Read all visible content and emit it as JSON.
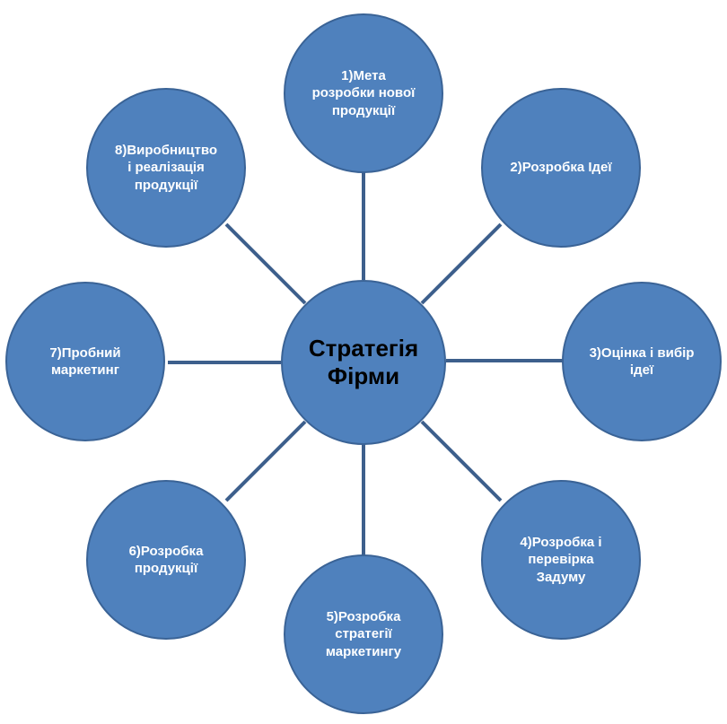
{
  "center": {
    "label": "Стратегія\nФірми"
  },
  "steps": [
    {
      "label": "1)Мета\nрозробки нової\nпродукції"
    },
    {
      "label": "2)Розробка Ідеї"
    },
    {
      "label": "3)Оцінка і вибір\nідеї"
    },
    {
      "label": "4)Розробка і\nперевірка\nЗадуму"
    },
    {
      "label": "5)Розробка\nстратегії\nмаркетингу"
    },
    {
      "label": "6)Розробка\nпродукції"
    },
    {
      "label": "7)Пробний\nмаркетинг"
    },
    {
      "label": "8)Виробництво\nі реалізація\nпродукції"
    }
  ],
  "colors": {
    "node_fill": "#4f81bd",
    "node_border": "#3a6396",
    "connector": "#3d5f8c",
    "center_text": "#000000",
    "node_text": "#ffffff"
  }
}
